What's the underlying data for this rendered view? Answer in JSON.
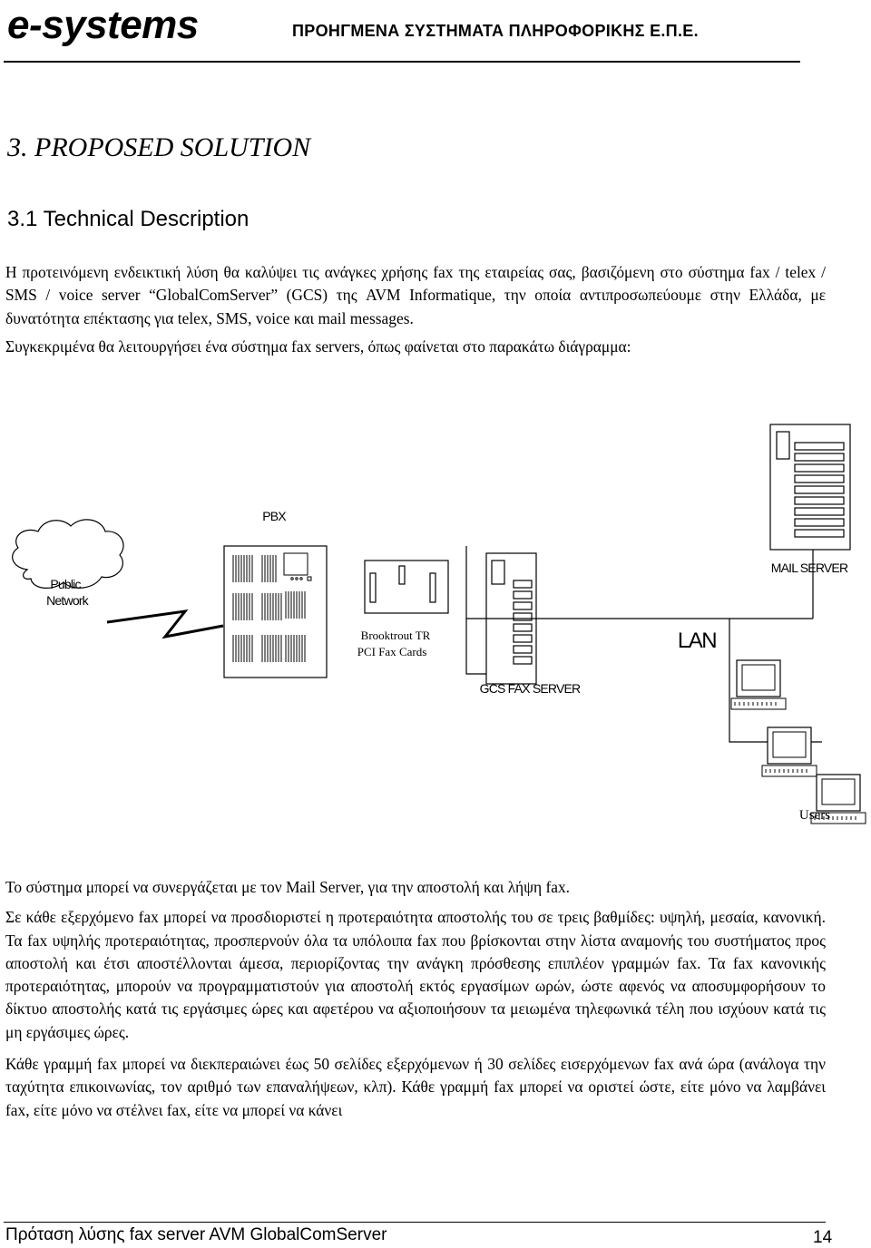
{
  "header": {
    "brand": "e-systems",
    "subtitle": "ΠΡΟΗΓΜΕΝΑ ΣΥΣΤΗΜΑΤΑ ΠΛΗΡΟΦΟΡΙΚΗΣ Ε.Π.Ε."
  },
  "section_title": "3. PROPOSED SOLUTION",
  "subsection_title": "3.1 Technical Description",
  "paragraphs_top": [
    "Η προτεινόμενη ενδεικτική λύση θα καλύψει τις ανάγκες χρήσης fax της εταιρείας σας, βασιζόμενη στο σύστημα fax / telex / SMS / voice server “GlobalComServer” (GCS) της AVM Informatique, την οποία αντιπροσωπεύουμε στην Ελλάδα, με δυνατότητα επέκτασης για telex, SMS, voice και mail messages.",
    "Συγκεκριμένα θα λειτουργήσει ένα σύστημα fax servers, όπως φαίνεται στο παρακάτω διάγραμμα:"
  ],
  "diagram": {
    "pbx": "PBX",
    "public_network": [
      "Public",
      "Network"
    ],
    "mail_server": "MAIL SERVER",
    "fax_cards": [
      "Brooktrout TR",
      "PCI Fax Cards"
    ],
    "lan": "LAN",
    "gcs_fax_server": "GCS FAX SERVER",
    "users": "Users"
  },
  "paragraphs_bottom": [
    "Το σύστημα μπορεί να συνεργάζεται με τον Mail Server, για την αποστολή και λήψη fax.",
    "Σε κάθε εξερχόμενο fax μπορεί να προσδιοριστεί η προτεραιότητα αποστολής του σε τρεις βαθμίδες: υψηλή, μεσαία, κανονική. Τα fax υψηλής προτεραιότητας, προσπερνούν όλα τα υπόλοιπα fax που βρίσκονται στην λίστα αναμονής  του συστήματος προς αποστολή και έτσι αποστέλλονται άμεσα, περιορίζοντας την ανάγκη πρόσθεσης επιπλέον γραμμών fax. Τα fax κανονικής προτεραιότητας, μπορούν να προγραμματιστούν για αποστολή εκτός εργασίμων ωρών, ώστε αφενός να αποσυμφορήσουν το δίκτυο αποστολής κατά τις εργάσιμες ώρες και αφετέρου να αξιοποιήσουν τα μειωμένα τηλεφωνικά τέλη που ισχύουν κατά τις μη εργάσιμες ώρες.",
    "Κάθε γραμμή fax μπορεί να διεκπεραιώνει έως 50 σελίδες εξερχόμενων ή 30 σελίδες εισερχόμενων fax ανά ώρα (ανάλογα την ταχύτητα επικοινωνίας, τον αριθμό των επαναλήψεων, κλπ). Κάθε γραμμή fax μπορεί να οριστεί ώστε, είτε μόνο να λαμβάνει fax, είτε μόνο να στέλνει fax, είτε να μπορεί να κάνει"
  ],
  "footer": {
    "text": "Πρόταση λύσης fax server AVM GlobalComServer",
    "page": "14"
  }
}
